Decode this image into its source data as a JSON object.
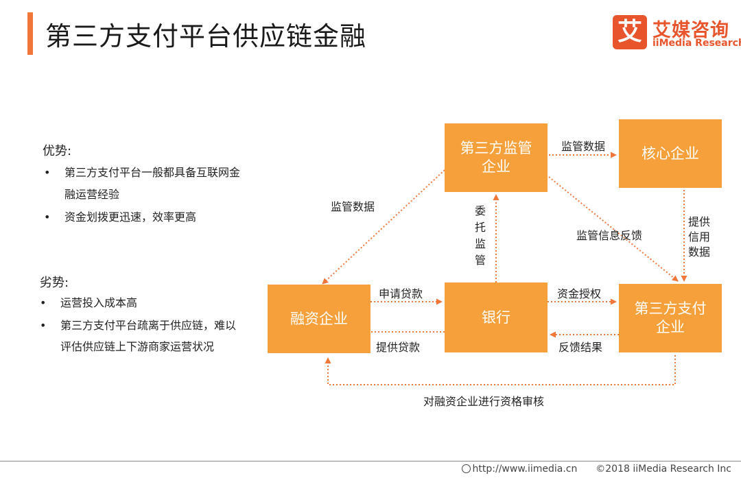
{
  "header": {
    "title": "第三方支付平台供应链金融"
  },
  "logo": {
    "mark": "艾",
    "name_cn": "艾媒咨询",
    "name_en": "iiMedia Research",
    "color": "#e8552c"
  },
  "advantages": {
    "heading": "优势:",
    "items": [
      "第三方支付平台一般都具备互联网金",
      "融运营经验",
      "资金划拨更迅速，效率更高"
    ]
  },
  "disadvantages": {
    "heading": "劣势:",
    "items": [
      "运营投入成本高",
      "第三方支付平台疏离于供应链，难以",
      "评估供应链上下游商家运营状况"
    ]
  },
  "diagram": {
    "node_color": "#f5a03a",
    "arrow_color": "#f0763a",
    "nodes": {
      "regulator_l1": "第三方监管",
      "regulator_l2": "企业",
      "core": "核心企业",
      "borrower": "融资企业",
      "bank": "银行",
      "payment_l1": "第三方支付",
      "payment_l2": "企业"
    },
    "edges": {
      "regulator_to_core": "监管数据",
      "regulator_to_borrower": "监管数据",
      "bank_to_regulator": [
        "委",
        "托",
        "监",
        "管"
      ],
      "regulator_to_payment": "监管信息反馈",
      "core_to_payment": [
        "提供",
        "信用",
        "数据"
      ],
      "borrower_to_bank": "申请贷款",
      "bank_to_borrower": "提供贷款",
      "bank_to_payment": "资金授权",
      "payment_to_bank": "反馈结果",
      "payment_to_borrower": "对融资企业进行资格审核"
    }
  },
  "footer": {
    "url": "http://www.iimedia.cn",
    "copyright": "©2018  iiMedia Research  Inc"
  }
}
